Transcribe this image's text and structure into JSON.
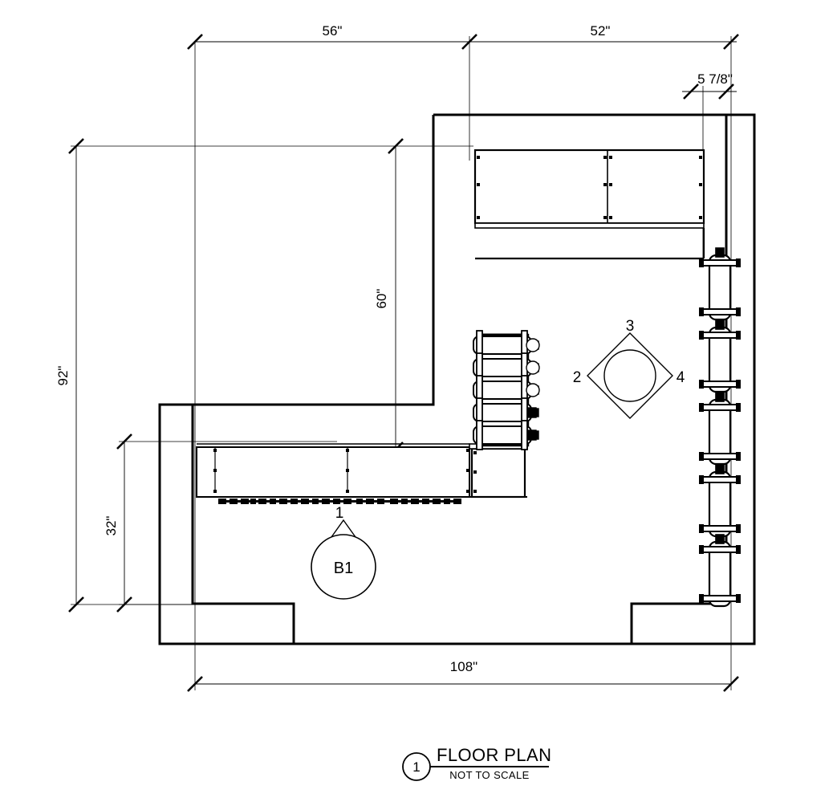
{
  "drawing": {
    "title": "FLOOR PLAN",
    "subtitle": "NOT TO SCALE",
    "detail_number": "1",
    "background_color": "#ffffff",
    "line_color": "#000000"
  },
  "dimensions": {
    "top_left": "56\"",
    "top_right": "52\"",
    "top_small": "5 7/8\"",
    "left_overall": "92\"",
    "left_lower": "32\"",
    "interior_vertical": "60\"",
    "bottom_overall": "108\""
  },
  "callouts": {
    "elevation_left": "2",
    "elevation_top": "3",
    "elevation_right": "4",
    "section_marker_number": "1",
    "bubble_tag": "B1"
  },
  "equipment": {
    "cylinder_rack_count": 5,
    "wall_cylinder_count": 5,
    "upper_cabinet_bays": 2,
    "base_cabinet_bays": 2
  },
  "elements": {
    "room_outline": "room-outline",
    "upper_cabinet": "upper-cabinet",
    "base_cabinet": "base-cabinet",
    "corner_cabinet": "corner-cabinet",
    "cylinder_rack": "cylinder-rack",
    "wall_cylinders": "wall-mounted-cylinders",
    "elevation_marker": "elevation-reference-marker",
    "detail_bubble": "detail-bubble-b1"
  }
}
